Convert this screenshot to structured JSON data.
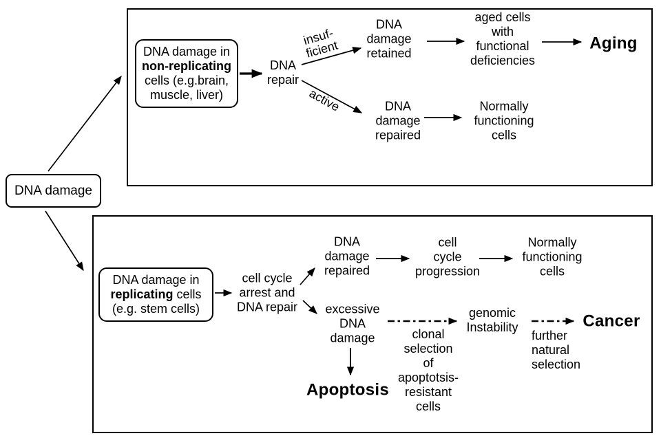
{
  "colors": {
    "ink": "#000000",
    "background": "#ffffff"
  },
  "nodes": {
    "source": "DNA damage",
    "top": {
      "start_line1": "DNA damage in",
      "start_bold": "non-replicating",
      "start_line3": "cells (e.g.brain,",
      "start_line4": "muscle, liver)",
      "dna_repair": "DNA\nrepair",
      "insufficient": "insuf-\nficient",
      "active": "active",
      "damage_retained": "DNA\ndamage\nretained",
      "aged_cells": "aged cells\nwith\nfunctional\ndeficiencies",
      "aging": "Aging",
      "damage_repaired": "DNA\ndamage\nrepaired",
      "normal_cells": "Normally\nfunctioning\ncells"
    },
    "bottom": {
      "start_line1": "DNA damage in",
      "start_bold": "replicating",
      "start_bold_rest": " cells",
      "start_line3": "(e.g. stem cells)",
      "cell_cycle_arrest": "cell cycle\narrest and\nDNA repair",
      "damage_repaired": "DNA\ndamage\nrepaired",
      "cell_cycle_progression": "cell\ncycle\nprogression",
      "normal_cells": "Normally\nfunctioning\ncells",
      "excessive_damage": "excessive\nDNA\ndamage",
      "apoptosis": "Apoptosis",
      "clonal_selection": "clonal\nselection\nof\napoptotsis-\nresistant\ncells",
      "genomic_instability": "genomic\nInstability",
      "further_selection": "further\nnatural\nselection",
      "cancer": "Cancer"
    }
  }
}
